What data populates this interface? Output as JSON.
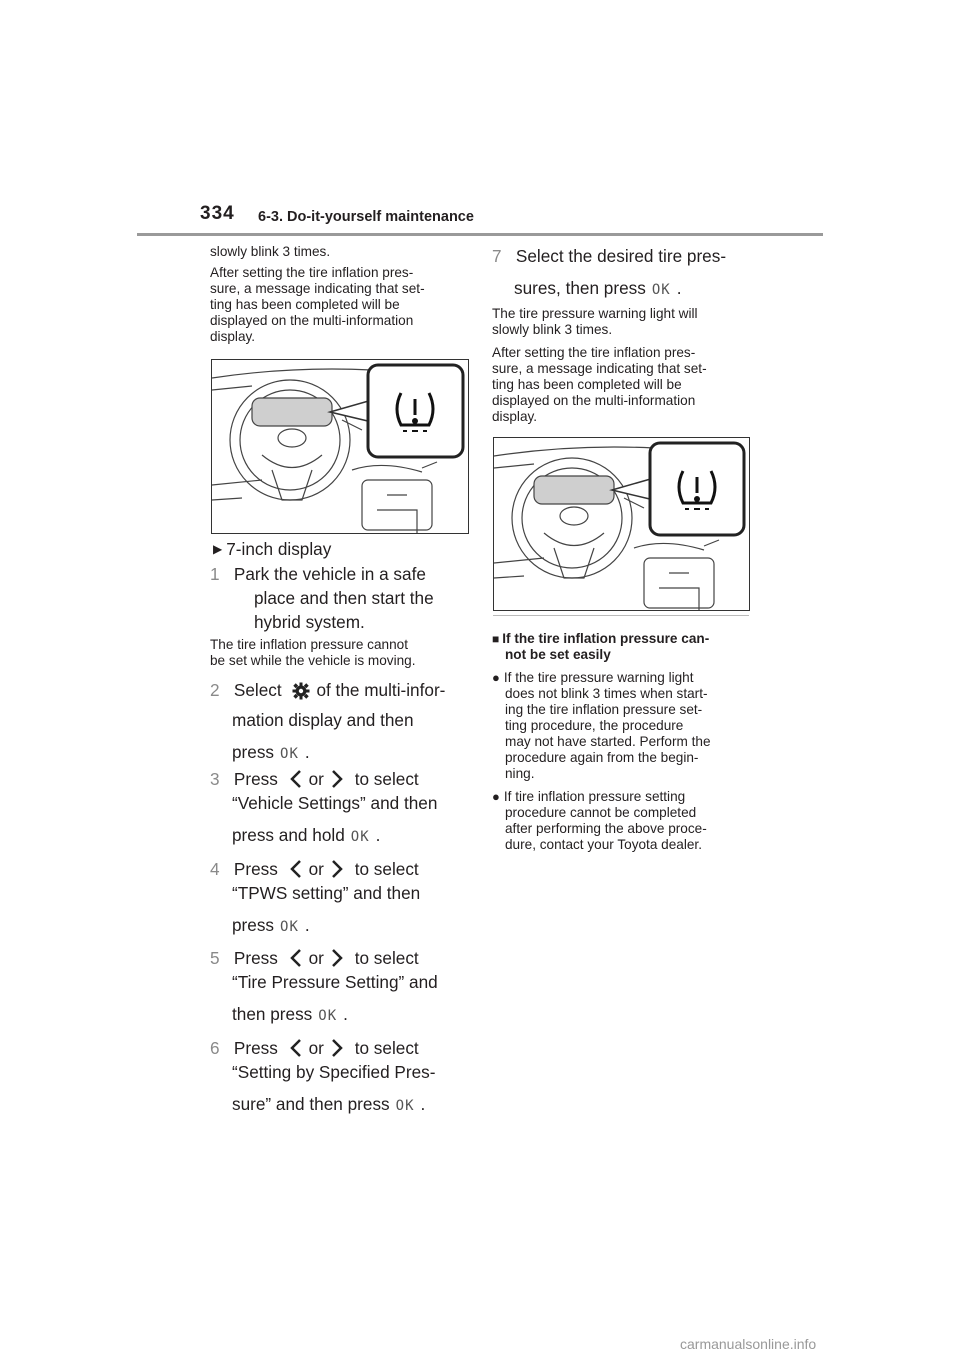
{
  "header": {
    "page_number": "334",
    "section": "6-3. Do-it-yourself maintenance"
  },
  "left": {
    "cont_text": "slowly blink 3 times.",
    "after_text": [
      "After setting the tire inflation pres-",
      "sure, a message indicating that set-",
      "ting has been completed will be",
      "displayed on the multi-information",
      "display."
    ],
    "subhead": "7-inch display",
    "step1": {
      "num": "1",
      "lines": [
        "Park the vehicle in a safe",
        "place and then start the",
        "hybrid system."
      ]
    },
    "note1": [
      "The tire inflation pressure cannot",
      "be set while the vehicle is moving."
    ],
    "step2": {
      "num": "2",
      "a": "Select",
      "b": "of the multi-infor-",
      "line2": "mation display and then",
      "line3": "press"
    },
    "step3": {
      "num": "3",
      "press": "Press",
      "or": "or",
      "to_select": "to select",
      "line2": "“Vehicle Settings” and then",
      "line3": "press and hold"
    },
    "step4": {
      "num": "4",
      "press": "Press",
      "or": "or",
      "to_select": "to select",
      "line2": "“TPWS setting” and then",
      "line3": "press"
    },
    "step5": {
      "num": "5",
      "press": "Press",
      "or": "or",
      "to_select": "to select",
      "line2": "“Tire Pressure Setting” and",
      "line3": "then press"
    },
    "step6": {
      "num": "6",
      "press": "Press",
      "or": "or",
      "to_select": "to select",
      "line2": "“Setting by Specified Pres-",
      "line3": "sure” and then press"
    }
  },
  "right": {
    "step7": {
      "num": "7",
      "line1": "Select the desired tire pres-",
      "line2": "sures, then press"
    },
    "note_lines1": [
      "The tire pressure warning light will",
      "slowly blink 3 times."
    ],
    "note_lines2": [
      "After setting the tire inflation pres-",
      "sure, a message indicating that set-",
      "ting has been completed will be",
      "displayed on the multi-information",
      "display."
    ],
    "info_head": [
      "If the tire inflation pressure can-",
      "not be set easily"
    ],
    "bullet1": [
      "If the tire pressure warning light",
      "does not blink 3 times when start-",
      "ing the tire inflation pressure set-",
      "ting procedure, the procedure",
      "may not have started. Perform the",
      "procedure again from the begin-",
      "ning."
    ],
    "bullet2": [
      "If tire inflation pressure setting",
      "procedure cannot be completed",
      "after performing the above proce-",
      "dure, contact your Toyota dealer."
    ]
  },
  "ok_label": "OK",
  "period": ".",
  "marks": {
    "square": "■",
    "bullet": "●",
    "arrow": "▶"
  },
  "footer": {
    "watermark": "carmanualsonline.info"
  },
  "icons": [
    "tpms-warning-icon",
    "settings-gear-icon",
    "chevron-left-icon",
    "chevron-right-icon"
  ]
}
